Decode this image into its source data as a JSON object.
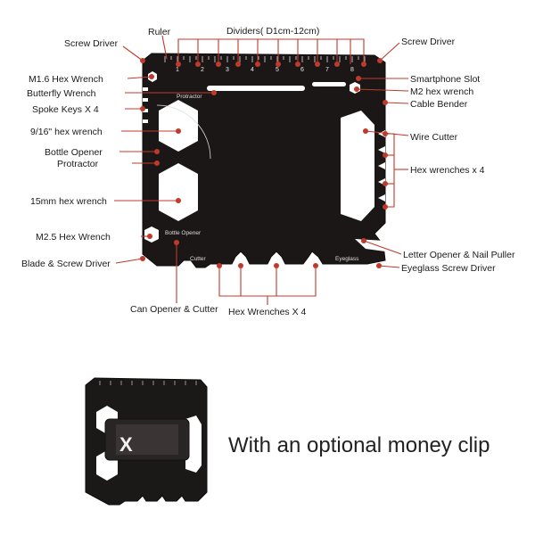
{
  "colors": {
    "callout": "#c0392b",
    "card": "#1c1717",
    "card_edge": "#0d0b0b",
    "background": "#ffffff"
  },
  "labels": {
    "screw_driver_left": "Screw Driver",
    "ruler": "Ruler",
    "dividers": "Dividers( D1cm-12cm)",
    "screw_driver_right": "Screw Driver",
    "m16_hex": "M1.6 Hex Wrench",
    "smartphone_slot": "Smartphone Slot",
    "butterfly": "Butterfly Wrench",
    "m2_hex": "M2 hex wrench",
    "spoke_keys": "Spoke Keys X 4",
    "cable_bender": "Cable Bender",
    "hex_916": "9/16\" hex wrench",
    "wire_cutter": "Wire Cutter",
    "bottle_opener": "Bottle Opener",
    "protractor": "Protractor",
    "hex_wrenches_right": "Hex wrenches x 4",
    "hex_15mm": "15mm hex wrench",
    "m25_hex": "M2.5 Hex Wrench",
    "letter_opener": "Letter Opener & Nail Puller",
    "blade_screw": "Blade & Screw Driver",
    "eyeglass_screw": "Eyeglass Screw Driver",
    "can_opener": "Can Opener & Cutter",
    "hex_wrenches_bottom": "Hex Wrenches X 4"
  },
  "card_text": {
    "protractor": "Protractor",
    "bottle_opener": "Bottle Opener",
    "cutter": "Cutter",
    "eyeglass": "Eyeglass",
    "ruler_numbers": [
      "1",
      "2",
      "3",
      "4",
      "5",
      "6",
      "7",
      "8"
    ],
    "clip_mark": "X"
  },
  "caption": "With an optional money clip"
}
